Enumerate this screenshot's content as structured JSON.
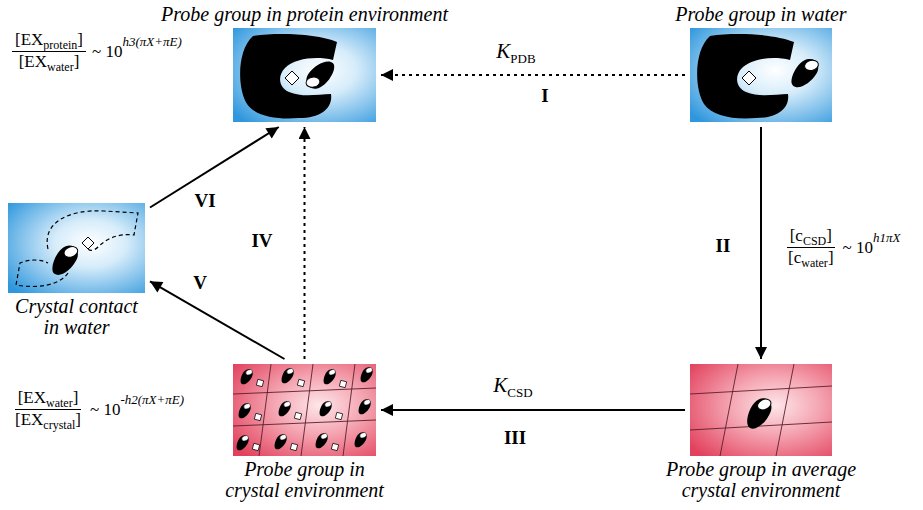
{
  "diagram": {
    "nodes": [
      {
        "text": [
          "Probe group in protein environment"
        ]
      },
      {
        "text": [
          "Probe group in water"
        ]
      },
      {
        "text": [
          "Crystal contact in water"
        ]
      },
      {
        "text": [
          "Probe group in crystal environment"
        ]
      },
      {
        "text": [
          "Probe group in average crystal environment"
        ]
      }
    ],
    "edges": [
      {
        "from": 1,
        "to": 0,
        "label": "I",
        "arrow": "to"
      },
      {
        "from": 1,
        "to": 4,
        "label": "II",
        "arrow": "to"
      },
      {
        "from": 4,
        "to": 3,
        "label": "III",
        "arrow": "to"
      },
      {
        "from": 3,
        "to": 0,
        "label": "IV",
        "arrow": "to"
      },
      {
        "from": 3,
        "to": 2,
        "label": "V",
        "arrow": "to"
      },
      {
        "from": 2,
        "to": 0,
        "label": "VI",
        "arrow": "to"
      }
    ],
    "labels": [
      "K",
      "PDB",
      "K",
      "CSD",
      "[c",
      "CSD",
      "]",
      "[c",
      "water",
      "]",
      "~ 10",
      "h1πX",
      "[EX",
      "protein",
      "]",
      "[EX",
      "water",
      "]",
      "~ 10",
      "h3(πX+πE)",
      "[EX",
      "water",
      "]",
      "[EX",
      "crystal",
      "]",
      "~ 10",
      "-h2(πX+πE)"
    ]
  }
}
